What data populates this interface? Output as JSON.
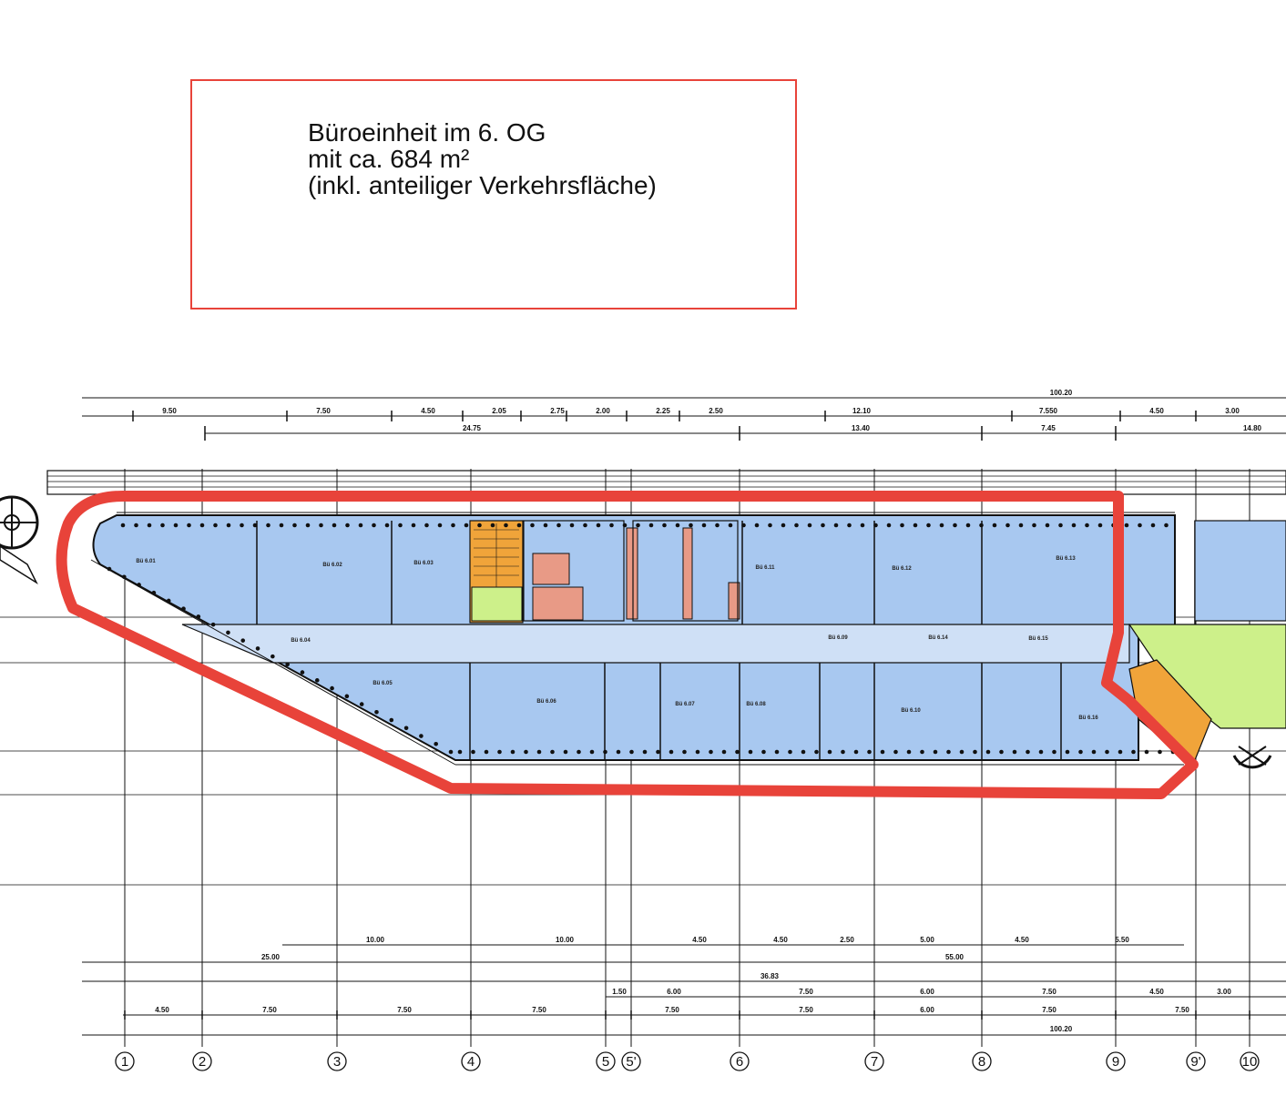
{
  "info_box": {
    "line1": "Büroeinheit im 6. OG",
    "line2": "mit ca. 684 m²",
    "line3": "(inkl. anteiliger Verkehrsfläche)"
  },
  "colors": {
    "office": "#a8c8f0",
    "corridor": "#cfe0f6",
    "stair": "#f0a43a",
    "service": "#e89a86",
    "green": "#cdf08a",
    "highlight": "#e8433a",
    "line": "#111111"
  },
  "axes": [
    "1",
    "2",
    "3",
    "4",
    "5",
    "5'",
    "6",
    "7",
    "8",
    "9",
    "9'",
    "10"
  ],
  "dimensions": {
    "top_total": "100.20",
    "top_row1": [
      "9.50",
      "7.50",
      "4.50",
      "2.05",
      "2.75",
      "2.00",
      "2.25",
      "2.50",
      "12.10",
      "7.550",
      "4.50",
      "3.00"
    ],
    "top_row2": [
      "24.75",
      "13.40",
      "7.45",
      "14.80"
    ],
    "bottom_row1": [
      "10.00",
      "10.00",
      "4.50",
      "4.50",
      "2.50",
      "5.00",
      "4.50",
      "5.50"
    ],
    "bottom_row2": [
      "25.00",
      "55.00"
    ],
    "bottom_row3": "36.83",
    "bottom_row4": [
      "1.50",
      "6.00",
      "7.50",
      "6.00",
      "7.50",
      "4.50",
      "3.00"
    ],
    "bottom_row5": [
      "4.50",
      "7.50",
      "7.50",
      "7.50",
      "7.50",
      "7.50",
      "6.00",
      "7.50",
      "7.50"
    ],
    "bottom_total": "100.20"
  },
  "rooms": [
    "Bü 6.01",
    "Bü 6.02",
    "Bü 6.03",
    "Bü 6.04",
    "Bü 6.05",
    "Bü 6.06",
    "Bü 6.07",
    "Bü 6.08",
    "Bü 6.09",
    "Bü 6.10",
    "Bü 6.11",
    "Bü 6.12",
    "Bü 6.13",
    "Bü 6.14",
    "Bü 6.15",
    "Bü 6.16"
  ]
}
